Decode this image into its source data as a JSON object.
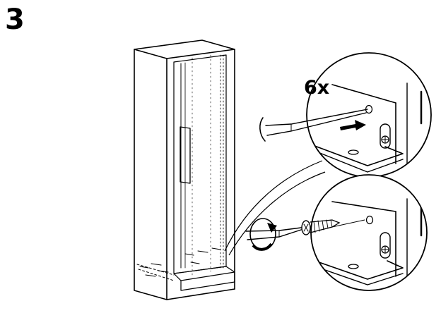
{
  "step": {
    "number": "3"
  },
  "detail_top": {
    "quantity_label": "6x"
  },
  "colors": {
    "ink": "#000000",
    "paper": "#ffffff"
  },
  "icons": [
    "cabinet-frame",
    "screwdriver",
    "screw",
    "bracket",
    "rotation-arrow",
    "push-arrow"
  ]
}
